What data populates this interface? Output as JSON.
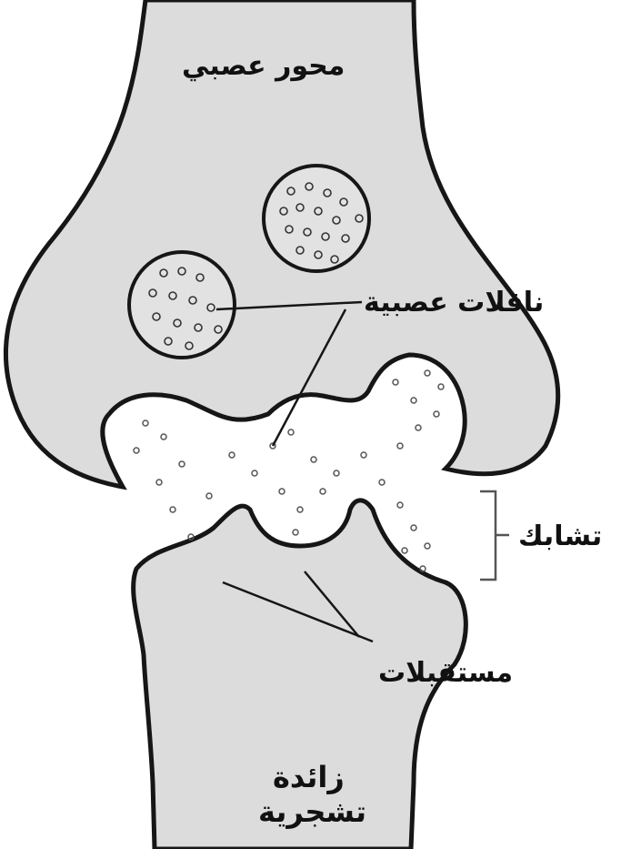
{
  "labels": {
    "axon": "محور عصبي",
    "neurotransmitters": "ناقلات عصبية",
    "synapse": "تشابك",
    "receptors": "مستقبلات",
    "dendrite_line1": "زائدة",
    "dendrite_line2": "تشجرية"
  },
  "colors": {
    "fill": "#dcdcdc",
    "outline": "#161616",
    "background": "#ffffff"
  }
}
